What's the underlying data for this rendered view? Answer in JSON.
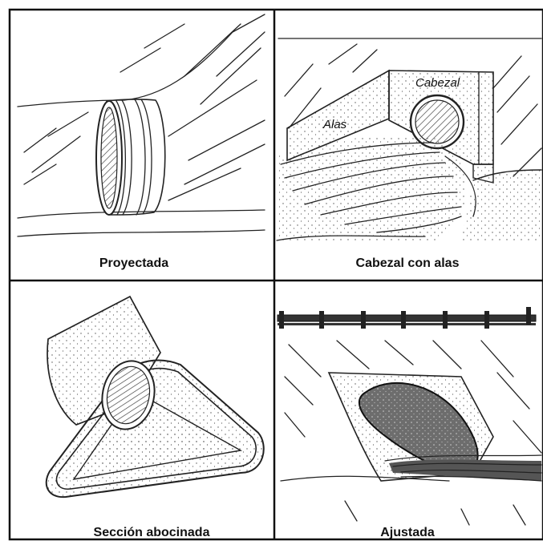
{
  "panels": [
    {
      "caption": "Proyectada"
    },
    {
      "caption": "Cabezal con alas",
      "labels": [
        "Cabezal",
        "Alas"
      ]
    },
    {
      "caption": "Sección abocinada"
    },
    {
      "caption": "Ajustada"
    }
  ],
  "colors": {
    "ink": "#222222",
    "background": "#ffffff"
  }
}
